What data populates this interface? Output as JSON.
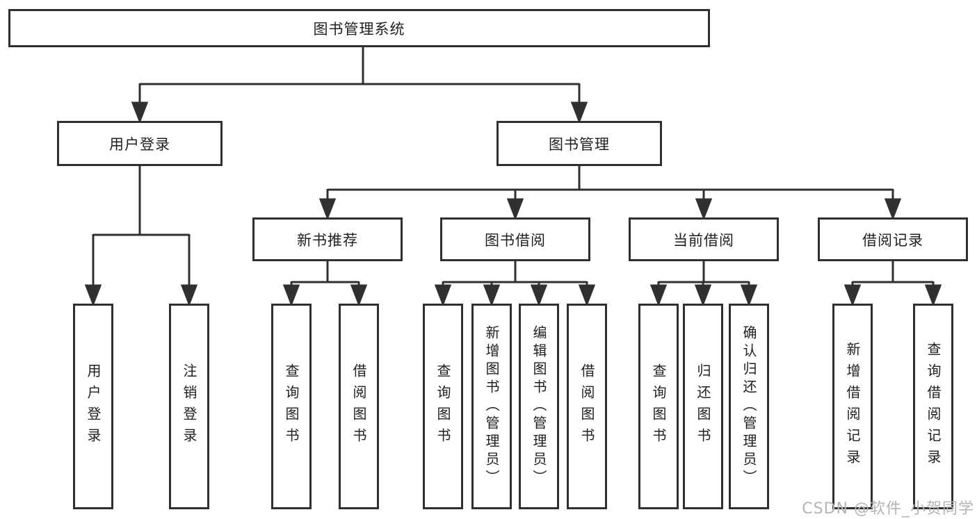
{
  "diagram": {
    "title": "图书管理系统",
    "children": [
      {
        "label": "用户登录",
        "children": [
          {
            "label": "用户登录"
          },
          {
            "label": "注销登录"
          }
        ]
      },
      {
        "label": "图书管理",
        "children": [
          {
            "label": "新书推荐",
            "children": [
              {
                "label": "查询图书"
              },
              {
                "label": "借阅图书"
              }
            ]
          },
          {
            "label": "图书借阅",
            "children": [
              {
                "label": "查询图书"
              },
              {
                "label": "新增图书（管理员）"
              },
              {
                "label": "编辑图书（管理员）"
              },
              {
                "label": "借阅图书"
              }
            ]
          },
          {
            "label": "当前借阅",
            "children": [
              {
                "label": "查询图书"
              },
              {
                "label": "归还图书"
              },
              {
                "label": "确认归还（管理员）"
              }
            ]
          },
          {
            "label": "借阅记录",
            "children": [
              {
                "label": "新增借阅记录"
              },
              {
                "label": "查询借阅记录"
              }
            ]
          }
        ]
      }
    ]
  },
  "watermark": {
    "text": "CSDN @软件_小贺同学"
  },
  "colors": {
    "line": "#303030",
    "box_border": "#303030",
    "text": "#1f1f1f",
    "watermark": "#b4b4b4",
    "background": "#ffffff"
  }
}
